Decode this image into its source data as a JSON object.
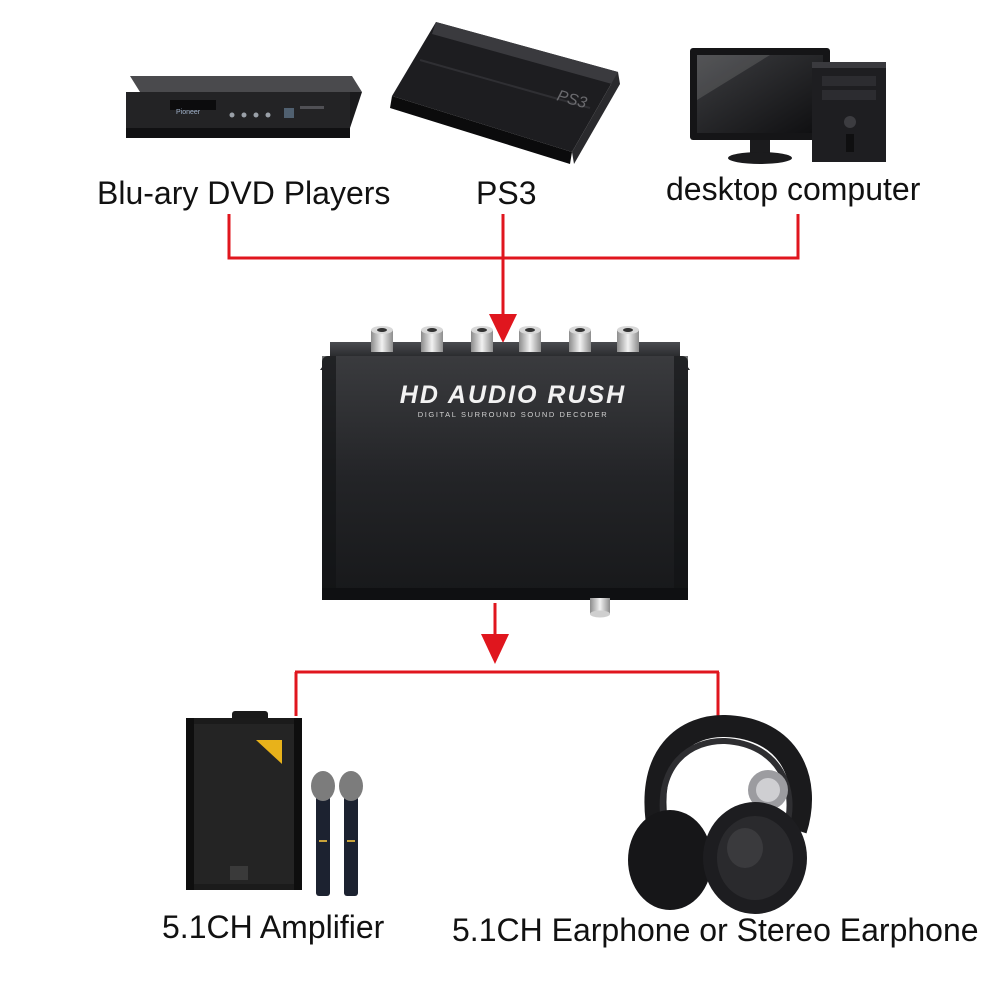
{
  "sources": [
    {
      "label": "Blu-ary DVD Players",
      "icon": "blu-ray-player-icon"
    },
    {
      "label": "PS3",
      "icon": "ps3-console-icon"
    },
    {
      "label": "desktop computer",
      "icon": "desktop-computer-icon"
    }
  ],
  "decoder": {
    "title": "HD AUDIO RUSH",
    "subtitle": "DIGITAL SURROUND SOUND DECODER"
  },
  "outputs": [
    {
      "label": "5.1CH Amplifier",
      "icon": "speaker-amplifier-icon"
    },
    {
      "label": "5.1CH Earphone or Stereo Earphone",
      "icon": "headphones-icon"
    }
  ],
  "device_brands": {
    "dvd_player": "Pioneer",
    "console": "PS3"
  },
  "colors": {
    "connector": "#e0161e",
    "text": "#111111",
    "device_body": "#1c1c1e"
  }
}
